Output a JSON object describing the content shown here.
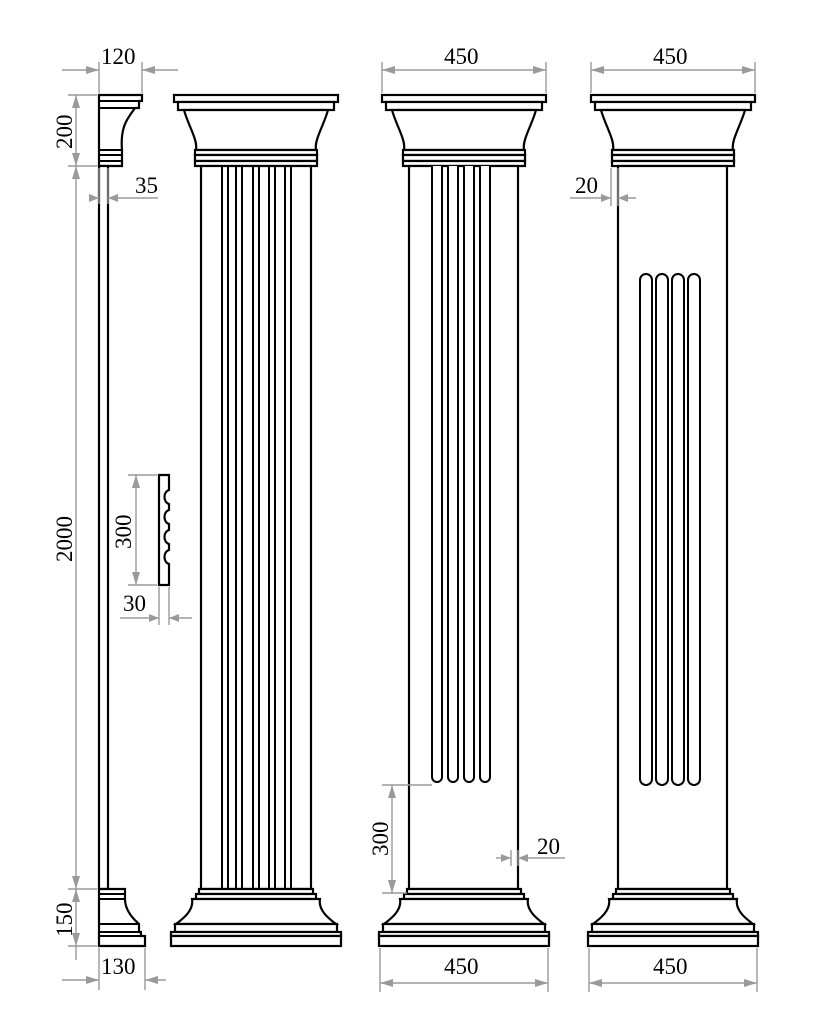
{
  "dimensions": {
    "side_cap_width": "120",
    "side_cap_height": "200",
    "side_shaft_thickness": "35",
    "side_shaft_height": "2000",
    "profile_height": "300",
    "profile_depth": "30",
    "side_base_height": "150",
    "side_base_width": "130",
    "col3_width": "450",
    "col3_base_width": "450",
    "col3_flute_gap": "300",
    "col3_margin": "20",
    "col4_width": "450",
    "col4_base_width": "450",
    "col4_margin": "20"
  },
  "colors": {
    "line": "#000000",
    "dimension": "#9a9a9a",
    "background": "#ffffff"
  }
}
